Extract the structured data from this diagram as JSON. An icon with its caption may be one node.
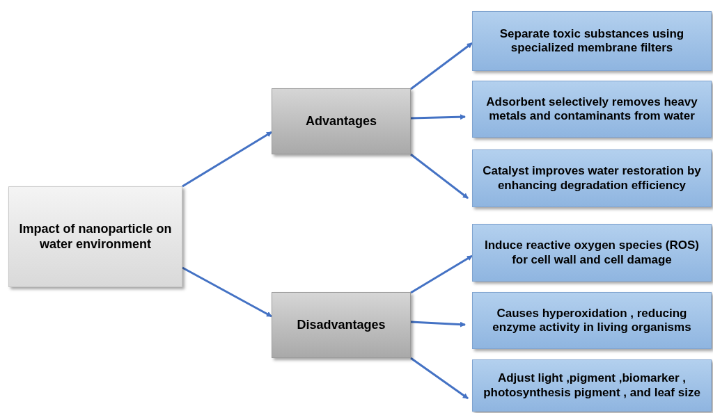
{
  "diagram": {
    "nodes": [
      {
        "text": [
          "Impact of nanoparticle on water environment"
        ]
      },
      {
        "text": [
          "Advantages"
        ]
      },
      {
        "text": [
          "Disadvantages"
        ]
      },
      {
        "text": [
          "Separate toxic substances using specialized membrane filters"
        ]
      },
      {
        "text": [
          "Adsorbent selectively removes heavy metals and contaminants from water"
        ]
      },
      {
        "text": [
          "Catalyst improves water restoration by enhancing degradation efficiency"
        ]
      },
      {
        "text": [
          "Induce reactive oxygen species (ROS) for cell wall and cell damage"
        ]
      },
      {
        "text": [
          "Causes hyperoxidation , reducing enzyme activity in living organisms"
        ]
      },
      {
        "text": [
          "Adjust light ,pigment ,biomarker , photosynthesis pigment , and leaf size"
        ]
      }
    ],
    "edges": [
      {
        "from": 0,
        "to": 1,
        "arrow": "to"
      },
      {
        "from": 0,
        "to": 2,
        "arrow": "to"
      },
      {
        "from": 1,
        "to": 3,
        "arrow": "to"
      },
      {
        "from": 1,
        "to": 4,
        "arrow": "to"
      },
      {
        "from": 1,
        "to": 5,
        "arrow": "to"
      },
      {
        "from": 2,
        "to": 6,
        "arrow": "to"
      },
      {
        "from": 2,
        "to": 7,
        "arrow": "to"
      },
      {
        "from": 2,
        "to": 8,
        "arrow": "to"
      }
    ]
  }
}
